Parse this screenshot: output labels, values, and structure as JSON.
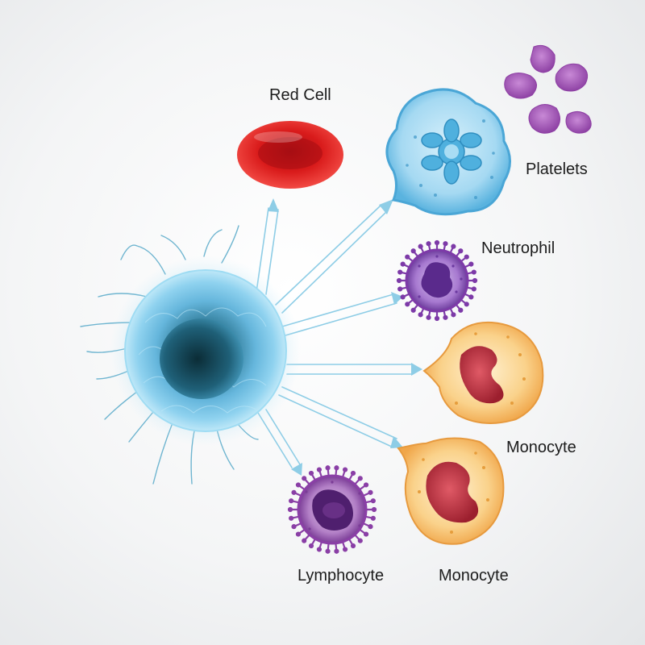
{
  "labels": {
    "red_cell": "Red Cell",
    "platelets": "Platelets",
    "neutrophil": "Neutrophil",
    "monocyte_upper": "Monocyte",
    "lymphocyte": "Lymphocyte",
    "monocyte_lower": "Monocyte"
  },
  "colors": {
    "stem_cell": "#5fb3d9",
    "stem_nucleus": "#1c5b72",
    "red_cell": "#e21e1e",
    "platelet_precursor": "#6fbde6",
    "platelets": "#a560b8",
    "neutrophil": "#8e5bbd",
    "monocyte_body": "#f5c170",
    "monocyte_nucleus": "#b8313f",
    "lymphocyte": "#8c4ca8",
    "arrows": "#8ecde6"
  }
}
